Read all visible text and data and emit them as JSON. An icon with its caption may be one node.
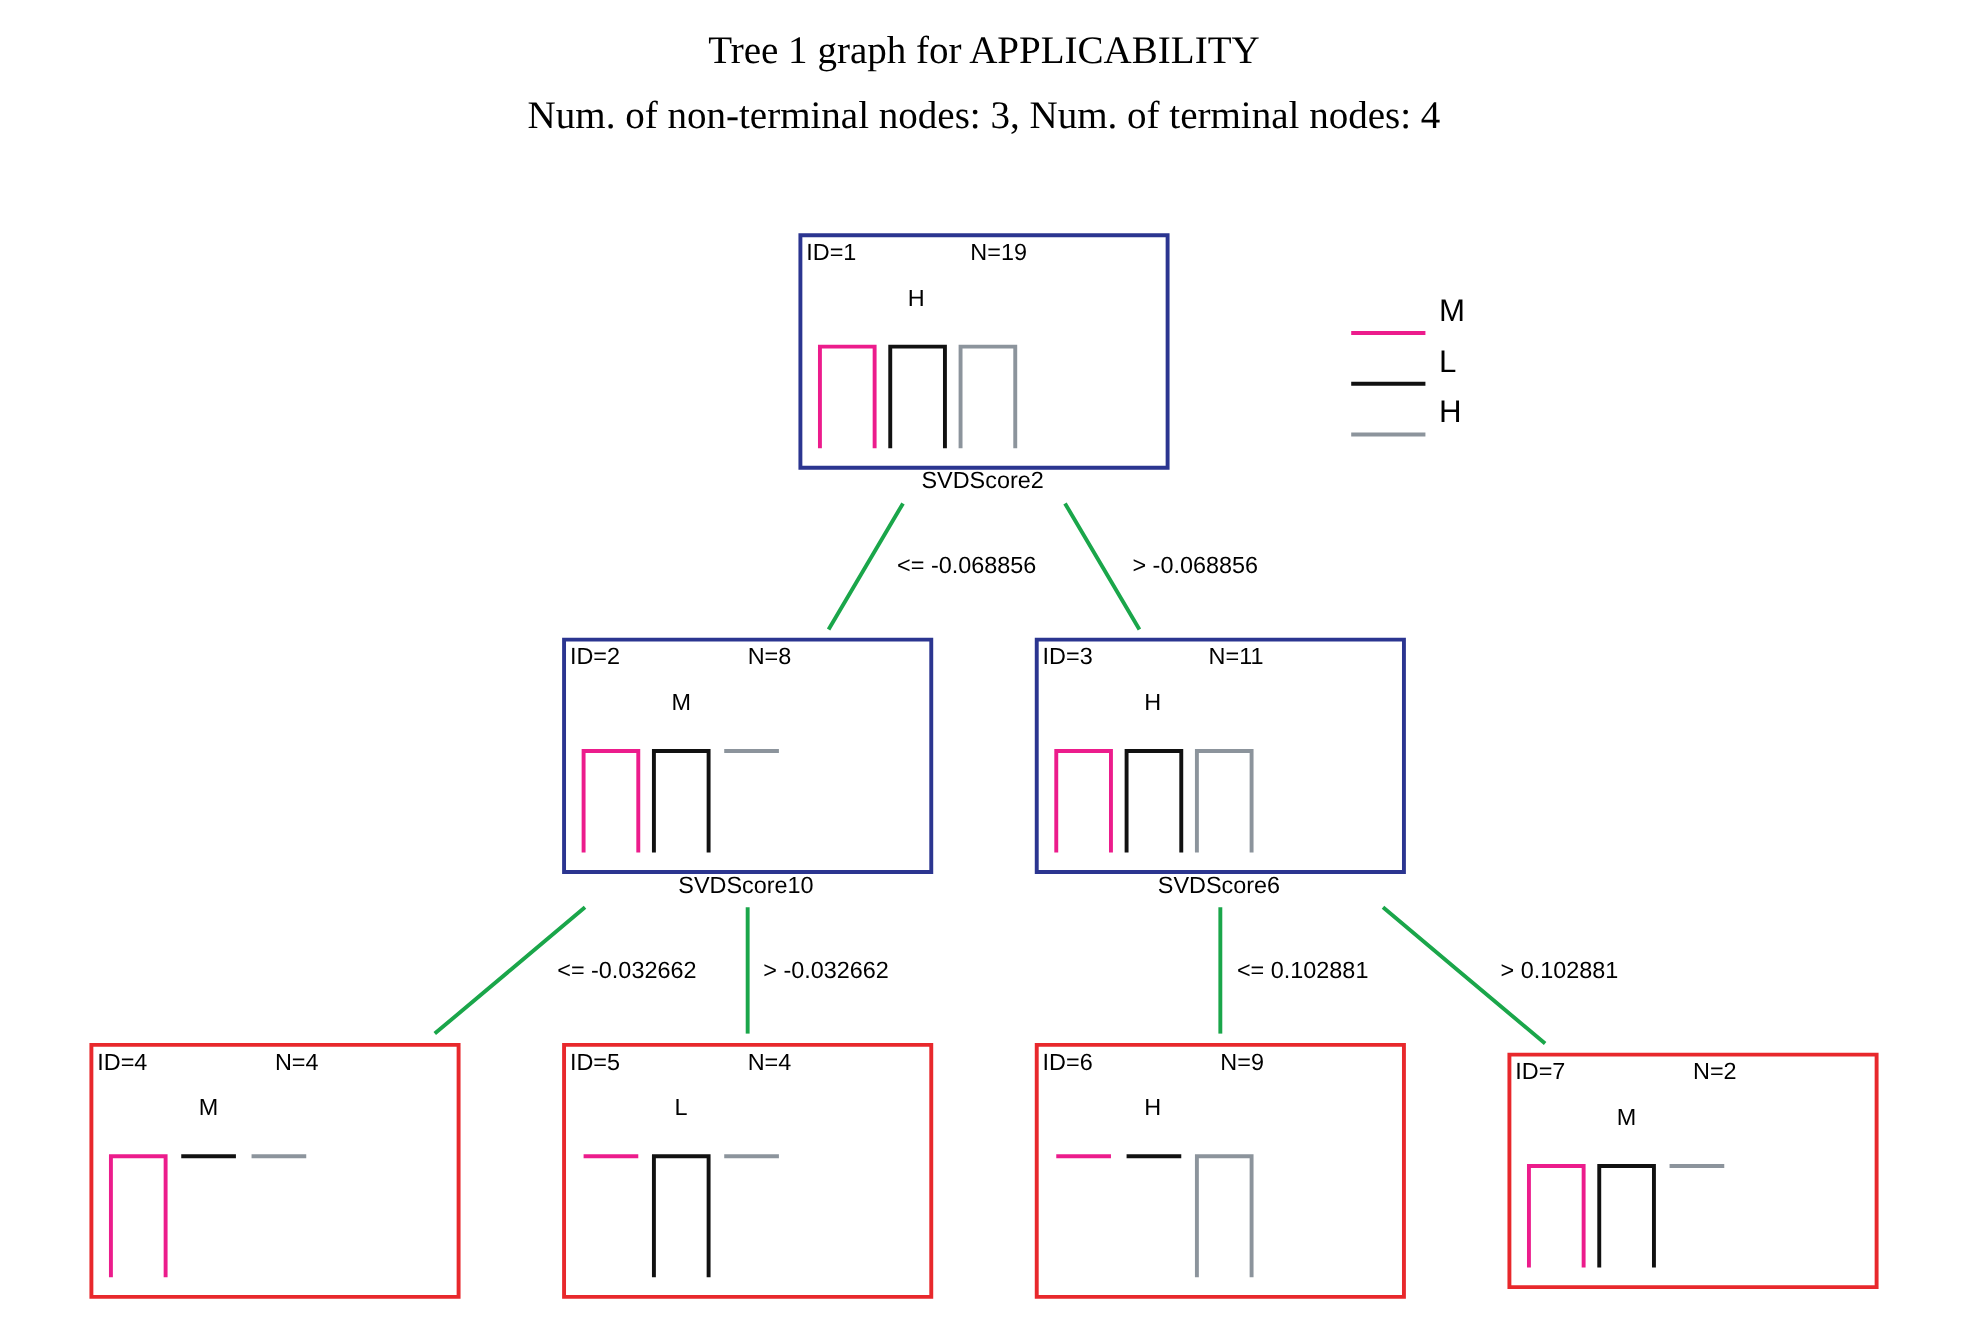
{
  "diagram": {
    "title": "Tree 1 graph for APPLICABILITY",
    "nodes": [
      {
        "text": [
          "ID=1",
          "N=19",
          "H"
        ],
        "beside": [
          "SVDScore2"
        ]
      },
      {
        "text": [
          "ID=2",
          "N=8",
          "M"
        ],
        "beside": [
          "SVDScore10"
        ]
      },
      {
        "text": [
          "ID=3",
          "N=11",
          "H"
        ],
        "beside": [
          "SVDScore6"
        ]
      },
      {
        "text": [
          "ID=4",
          "N=4",
          "M"
        ]
      },
      {
        "text": [
          "ID=5",
          "N=4",
          "L"
        ]
      },
      {
        "text": [
          "ID=6",
          "N=9",
          "H"
        ]
      },
      {
        "text": [
          "ID=7",
          "N=2",
          "M"
        ]
      }
    ],
    "edges": [
      {
        "from": 0,
        "to": 1,
        "arrow": "none",
        "label": "<= -0.068856"
      },
      {
        "from": 0,
        "to": 2,
        "arrow": "none",
        "label": "> -0.068856"
      },
      {
        "from": 1,
        "to": 3,
        "arrow": "none",
        "label": "<= -0.032662"
      },
      {
        "from": 1,
        "to": 4,
        "arrow": "none",
        "label": "> -0.032662"
      },
      {
        "from": 2,
        "to": 5,
        "arrow": "none",
        "label": "<= 0.102881"
      },
      {
        "from": 2,
        "to": 6,
        "arrow": "none",
        "label": "> 0.102881"
      }
    ],
    "labels": [
      "Num. of non-terminal nodes: 3, Num. of terminal nodes: 4"
    ],
    "legend": [
      {
        "text": "M",
        "color": "#ec1c8c"
      },
      {
        "text": "L",
        "color": "#111111"
      },
      {
        "text": "H",
        "color": "#8c949c"
      }
    ]
  }
}
